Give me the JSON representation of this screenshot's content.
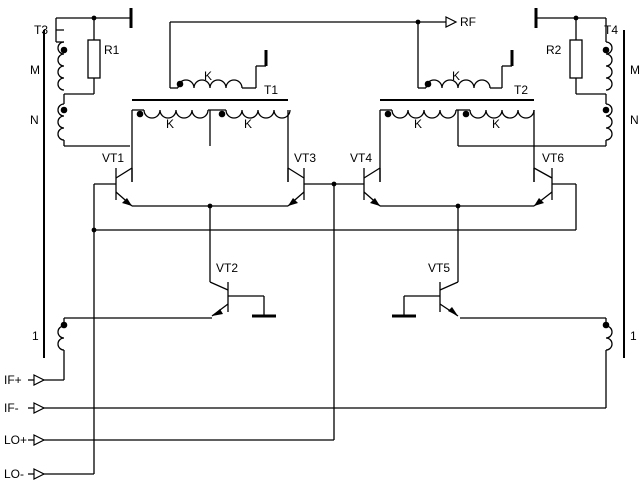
{
  "labels": {
    "rf": "RF",
    "if_plus": "IF+",
    "if_minus": "IF-",
    "lo_plus": "LO+",
    "lo_minus": "LO-",
    "t1": "T1",
    "t2": "T2",
    "t3": "T3",
    "t4": "T4",
    "r1": "R1",
    "r2": "R2",
    "vt1": "VT1",
    "vt2": "VT2",
    "vt3": "VT3",
    "vt4": "VT4",
    "vt5": "VT5",
    "vt6": "VT6",
    "k": "K",
    "m": "M",
    "n": "N",
    "one": "1"
  }
}
